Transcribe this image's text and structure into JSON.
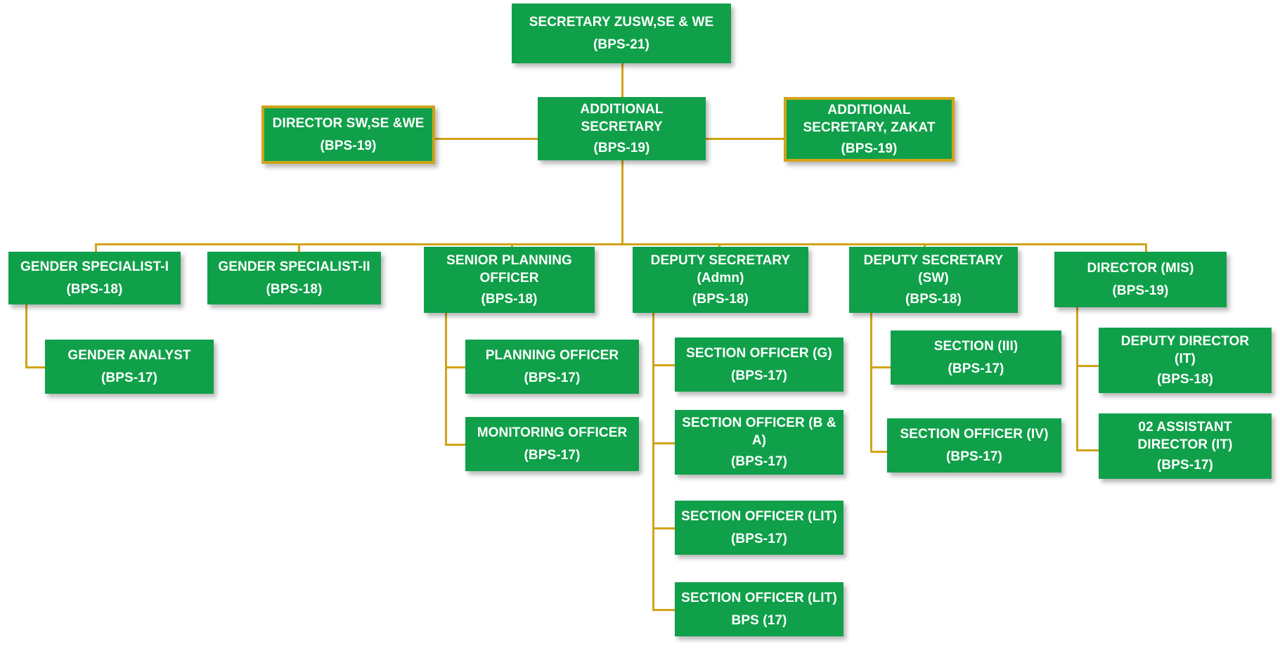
{
  "chart_data": {
    "type": "diagram",
    "title": "Organizational Structure Chart",
    "subtype": "organization-hierarchy",
    "connector_color": "#D2A318",
    "node_fill_color": "#10A04A",
    "node_text_color": "#FFFFFF",
    "highlight_border_color": "#D2A318",
    "background_color": "#FFFFFF",
    "levels": [
      {
        "level": 1,
        "nodes": [
          "secretary"
        ]
      },
      {
        "level": 2,
        "nodes": [
          "director-sw-se-we",
          "additional-secretary",
          "additional-secretary-zakat"
        ]
      },
      {
        "level": 3,
        "nodes": [
          "gender-specialist-1",
          "gender-specialist-2",
          "senior-planning-officer",
          "deputy-secretary-admn",
          "deputy-secretary-sw",
          "director-mis"
        ]
      },
      {
        "level": 4,
        "nodes": [
          "gender-analyst",
          "planning-officer",
          "monitoring-officer",
          "section-officer-g",
          "section-officer-ba",
          "section-officer-lit-1",
          "section-officer-lit-2",
          "section-iii",
          "section-officer-iv",
          "deputy-director-it",
          "assistant-director-it"
        ]
      }
    ],
    "edges": [
      {
        "from": "secretary",
        "to": "additional-secretary"
      },
      {
        "from": "additional-secretary",
        "to": "director-sw-se-we"
      },
      {
        "from": "additional-secretary",
        "to": "additional-secretary-zakat"
      },
      {
        "from": "additional-secretary",
        "to": "gender-specialist-1"
      },
      {
        "from": "additional-secretary",
        "to": "gender-specialist-2"
      },
      {
        "from": "additional-secretary",
        "to": "senior-planning-officer"
      },
      {
        "from": "additional-secretary",
        "to": "deputy-secretary-admn"
      },
      {
        "from": "additional-secretary",
        "to": "deputy-secretary-sw"
      },
      {
        "from": "additional-secretary",
        "to": "director-mis"
      },
      {
        "from": "gender-specialist-1",
        "to": "gender-analyst"
      },
      {
        "from": "senior-planning-officer",
        "to": "planning-officer"
      },
      {
        "from": "senior-planning-officer",
        "to": "monitoring-officer"
      },
      {
        "from": "deputy-secretary-admn",
        "to": "section-officer-g"
      },
      {
        "from": "deputy-secretary-admn",
        "to": "section-officer-ba"
      },
      {
        "from": "deputy-secretary-admn",
        "to": "section-officer-lit-1"
      },
      {
        "from": "deputy-secretary-admn",
        "to": "section-officer-lit-2"
      },
      {
        "from": "deputy-secretary-sw",
        "to": "section-iii"
      },
      {
        "from": "deputy-secretary-sw",
        "to": "section-officer-iv"
      },
      {
        "from": "director-mis",
        "to": "deputy-director-it"
      },
      {
        "from": "director-mis",
        "to": "assistant-director-it"
      }
    ]
  },
  "nodes": {
    "secretary": {
      "title": "SECRETARY ZUSW,SE & WE",
      "bps": "(BPS-21)"
    },
    "director_sw_se_we": {
      "title": "DIRECTOR SW,SE &WE",
      "bps": "(BPS-19)"
    },
    "additional_secretary": {
      "title": "ADDITIONAL\nSECRETARY",
      "bps": "(BPS-19)"
    },
    "additional_secretary_zakat": {
      "title": "ADDITIONAL\nSECRETARY, ZAKAT",
      "bps": "(BPS-19)"
    },
    "gender_specialist_1": {
      "title": "GENDER SPECIALIST-I",
      "bps": "(BPS-18)"
    },
    "gender_specialist_2": {
      "title": "GENDER SPECIALIST-II",
      "bps": "(BPS-18)"
    },
    "senior_planning_officer": {
      "title": "SENIOR PLANNING\nOFFICER",
      "bps": "(BPS-18)"
    },
    "deputy_secretary_admn": {
      "title": "DEPUTY SECRETARY\n(Admn)",
      "bps": "(BPS-18)"
    },
    "deputy_secretary_sw": {
      "title": "DEPUTY SECRETARY\n(SW)",
      "bps": "(BPS-18)"
    },
    "director_mis": {
      "title": "DIRECTOR (MIS)",
      "bps": "(BPS-19)"
    },
    "gender_analyst": {
      "title": "GENDER ANALYST",
      "bps": "(BPS-17)"
    },
    "planning_officer": {
      "title": "PLANNING OFFICER",
      "bps": "(BPS-17)"
    },
    "monitoring_officer": {
      "title": "MONITORING OFFICER",
      "bps": "(BPS-17)"
    },
    "section_officer_g": {
      "title": "SECTION OFFICER (G)",
      "bps": "(BPS-17)"
    },
    "section_officer_ba": {
      "title": "SECTION OFFICER (B &\nA)",
      "bps": "(BPS-17)"
    },
    "section_officer_lit_1": {
      "title": "SECTION OFFICER (LIT)",
      "bps": "(BPS-17)"
    },
    "section_officer_lit_2": {
      "title": "SECTION OFFICER (LIT)",
      "bps": "BPS (17)"
    },
    "section_iii": {
      "title": "SECTION (III)",
      "bps": "(BPS-17)"
    },
    "section_officer_iv": {
      "title": "SECTION OFFICER (IV)",
      "bps": "(BPS-17)"
    },
    "deputy_director_it": {
      "title": "DEPUTY DIRECTOR\n(IT)",
      "bps": "(BPS-18)"
    },
    "assistant_director_it": {
      "title": "02 ASSISTANT\nDIRECTOR (IT)",
      "bps": "(BPS-17)"
    }
  }
}
